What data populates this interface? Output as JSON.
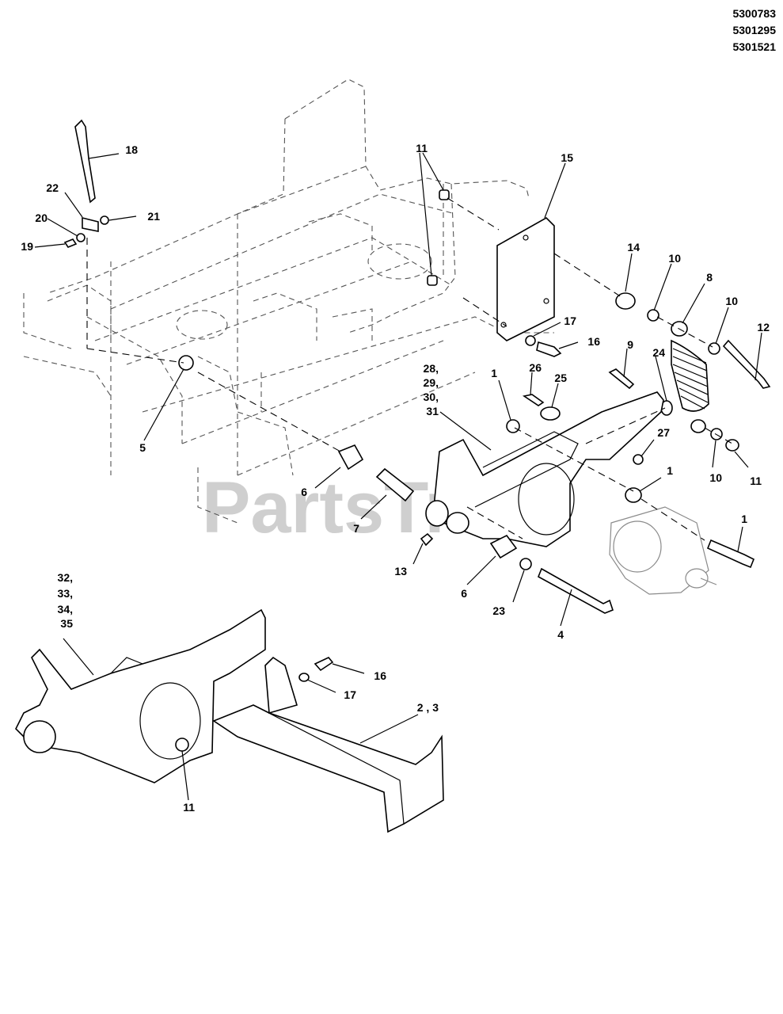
{
  "model_numbers": [
    "5300783",
    "5301295",
    "5301521"
  ],
  "watermark": "PartsTree",
  "callouts": [
    {
      "id": "c18",
      "label": "18"
    },
    {
      "id": "c22",
      "label": "22"
    },
    {
      "id": "c20",
      "label": "20"
    },
    {
      "id": "c21",
      "label": "21"
    },
    {
      "id": "c19",
      "label": "19"
    },
    {
      "id": "c11a",
      "label": "11"
    },
    {
      "id": "c15",
      "label": "15"
    },
    {
      "id": "c14",
      "label": "14"
    },
    {
      "id": "c10a",
      "label": "10"
    },
    {
      "id": "c8",
      "label": "8"
    },
    {
      "id": "c10b",
      "label": "10"
    },
    {
      "id": "c12",
      "label": "12"
    },
    {
      "id": "c17a",
      "label": "17"
    },
    {
      "id": "c16a",
      "label": "16"
    },
    {
      "id": "c9",
      "label": "9"
    },
    {
      "id": "c24",
      "label": "24"
    },
    {
      "id": "c26",
      "label": "26"
    },
    {
      "id": "c25",
      "label": "25"
    },
    {
      "id": "c28",
      "label": "28,"
    },
    {
      "id": "c29",
      "label": "29,"
    },
    {
      "id": "c30",
      "label": "30,"
    },
    {
      "id": "c31",
      "label": "31"
    },
    {
      "id": "c1a",
      "label": "1"
    },
    {
      "id": "c5",
      "label": "5"
    },
    {
      "id": "c27",
      "label": "27"
    },
    {
      "id": "c10c",
      "label": "10"
    },
    {
      "id": "c11b",
      "label": "11"
    },
    {
      "id": "c1b",
      "label": "1"
    },
    {
      "id": "c6a",
      "label": "6"
    },
    {
      "id": "c7",
      "label": "7"
    },
    {
      "id": "c1c",
      "label": "1"
    },
    {
      "id": "c13",
      "label": "13"
    },
    {
      "id": "c6b",
      "label": "6"
    },
    {
      "id": "c23",
      "label": "23"
    },
    {
      "id": "c4",
      "label": "4"
    },
    {
      "id": "c32",
      "label": "32,"
    },
    {
      "id": "c33",
      "label": "33,"
    },
    {
      "id": "c34",
      "label": "34,"
    },
    {
      "id": "c35",
      "label": "35"
    },
    {
      "id": "c16b",
      "label": "16"
    },
    {
      "id": "c17b",
      "label": "17"
    },
    {
      "id": "c23b",
      "label": "2 , 3"
    },
    {
      "id": "c11c",
      "label": "11"
    }
  ]
}
